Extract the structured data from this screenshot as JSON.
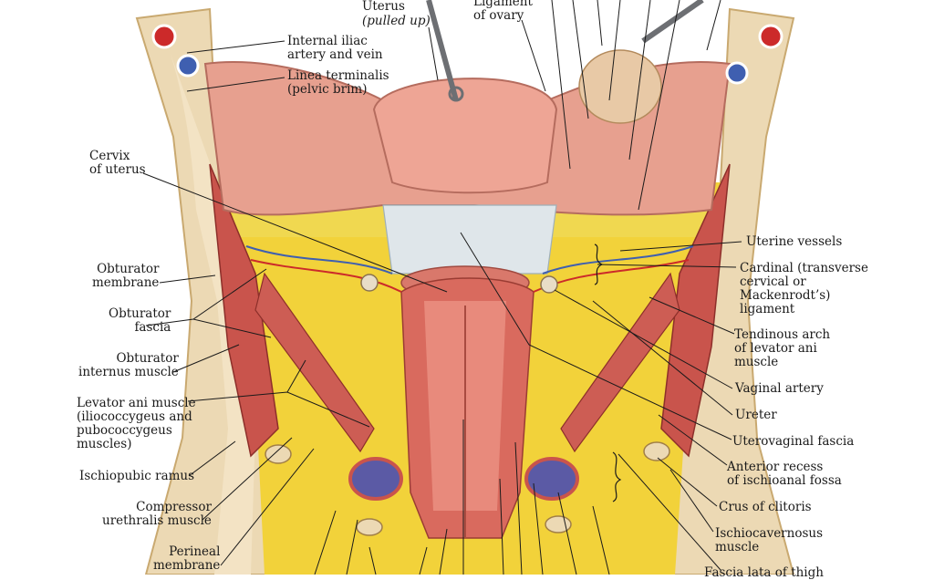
{
  "labels": {
    "uterus": "Uterus",
    "uterus_note": "(pulled up)",
    "ligament_ovary": "Ligament\nof ovary",
    "internal_iliac": "Internal iliac\nartery and vein",
    "linea_terminalis": "Linea terminalis\n(pelvic brim)",
    "cervix": "Cervix\nof uterus",
    "obturator_membrane": "Obturator\nmembrane",
    "obturator_fascia": "Obturator\nfascia",
    "obturator_internus": "Obturator\ninternus muscle",
    "levator_ani": "Levator ani muscle\n(iliococcygeus and\npubococcygeus\nmuscles)",
    "ischiopubic_ramus": "Ischiopubic ramus",
    "compressor_urethralis": "Compressor\nurethralis muscle",
    "perineal_membrane": "Perineal\nmembrane",
    "uterine_vessels": "Uterine vessels",
    "cardinal_ligament": "Cardinal (transverse\ncervical or\nMackenrodt’s)\nligament",
    "tendinous_arch": "Tendinous arch\nof levator ani\nmuscle",
    "vaginal_artery": "Vaginal artery",
    "ureter": "Ureter",
    "uterovaginal_fascia": "Uterovaginal fascia",
    "anterior_recess": "Anterior recess\nof ischioanal fossa",
    "crus_clitoris": "Crus of clitoris",
    "ischiocavernosus": "Ischiocavernosus\nmuscle",
    "fascia_lata": "Fascia lata of thigh"
  },
  "colors": {
    "muscle": "#c9544c",
    "fat": "#f2d23a",
    "bone": "#ecd9b4",
    "uterus": "#e9a394",
    "vagina": "#d96a5e",
    "fascia": "#dfe6ea",
    "vein": "#3f5fb0",
    "artery": "#cc2a2a"
  }
}
